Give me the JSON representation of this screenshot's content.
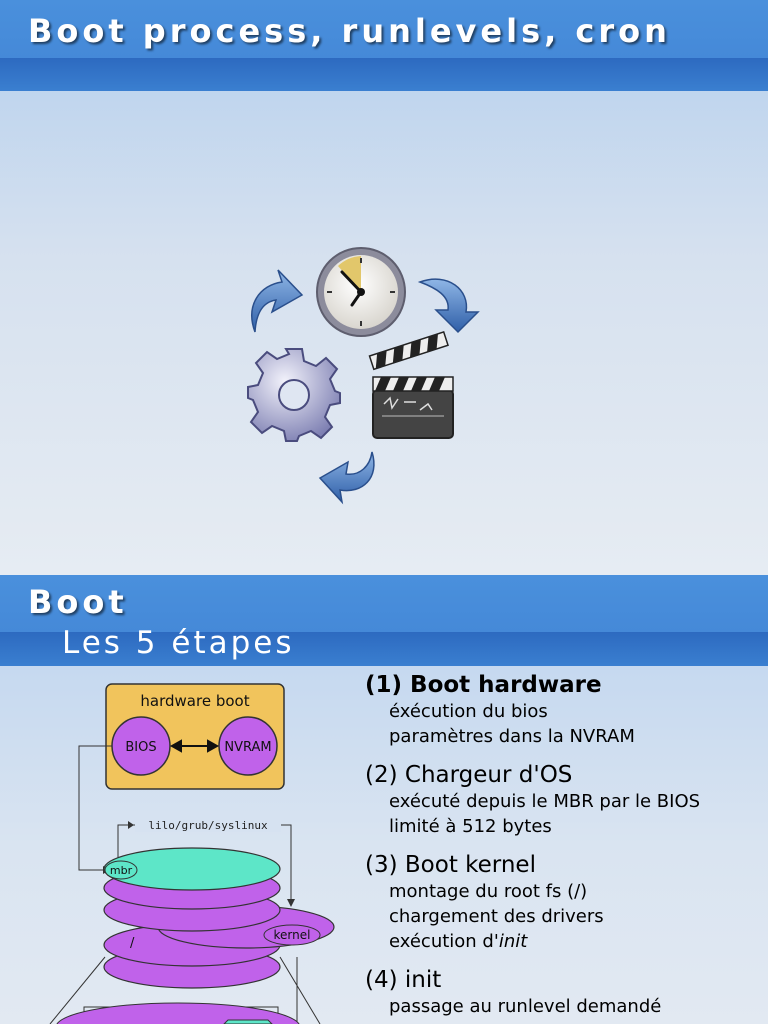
{
  "slide1": {
    "title": "Boot process, runlevels, cron",
    "illustration_icons": [
      "refresh-arrow-icon",
      "clock-icon",
      "gear-icon",
      "clapperboard-icon"
    ]
  },
  "slide2": {
    "title": "Boot",
    "subtitle": "Les 5 étapes",
    "diagram": {
      "hardware_box": "hardware boot",
      "bios": "BIOS",
      "nvram": "NVRAM",
      "loader": "lilo/grub/syslinux",
      "mbr": "mbr",
      "kernel": "kernel",
      "root": "/"
    },
    "steps": [
      {
        "head": "(1) Boot hardware",
        "items": [
          "éxécution du bios",
          "paramètres dans la NVRAM"
        ],
        "item2_html": null
      },
      {
        "head": "(2) Chargeur d'OS",
        "items": [
          "exécuté depuis le MBR par le BIOS",
          "limité à 512 bytes"
        ]
      },
      {
        "head": "(3) Boot kernel",
        "items": [
          "montage du root fs (/)",
          "chargement des drivers",
          "exécution d'"
        ],
        "emph": "init"
      },
      {
        "head": "(4) init",
        "items": [
          "passage au runlevel demandé"
        ]
      }
    ]
  },
  "colors": {
    "band_top": "#4a90dc",
    "band_bottom": "#2d6ac0",
    "hardware_box": "#f1c45c",
    "disk_purple": "#c062ea",
    "mbr_teal": "#5de6c8"
  }
}
